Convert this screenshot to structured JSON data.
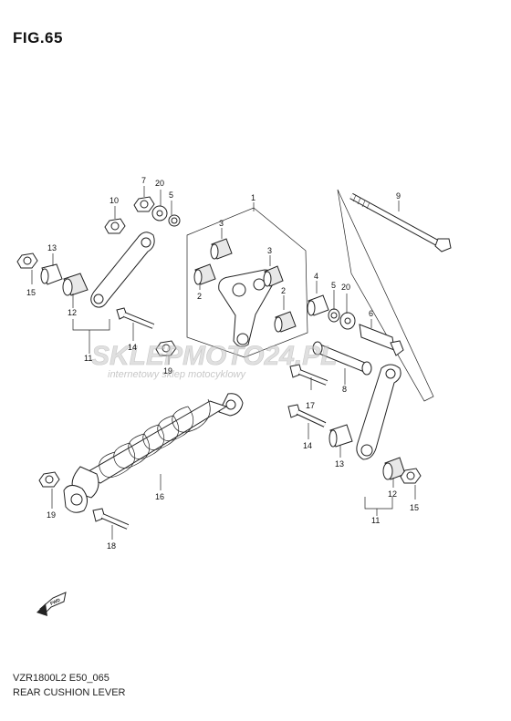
{
  "figure": {
    "title": "FIG.65",
    "model_code": "VZR1800L2 E50_065",
    "assembly_name": "REAR CUSHION LEVER"
  },
  "watermark": {
    "brand": "SKLEPMOTO24.PL",
    "tagline": "internetowy sklep motocyklowy"
  },
  "fwd_icon": "FWD",
  "callouts": {
    "c1": "1",
    "c2a": "2",
    "c2b": "2",
    "c3a": "3",
    "c3b": "3",
    "c4": "4",
    "c5a": "5",
    "c5b": "5",
    "c6": "6",
    "c7": "7",
    "c8": "8",
    "c9": "9",
    "c10": "10",
    "c11a": "11",
    "c11b": "11",
    "c12a": "12",
    "c12b": "12",
    "c13a": "13",
    "c13b": "13",
    "c14a": "14",
    "c14b": "14",
    "c15a": "15",
    "c15b": "15",
    "c16": "16",
    "c17": "17",
    "c18": "18",
    "c19a": "19",
    "c19b": "19",
    "c20a": "20",
    "c20b": "20"
  }
}
